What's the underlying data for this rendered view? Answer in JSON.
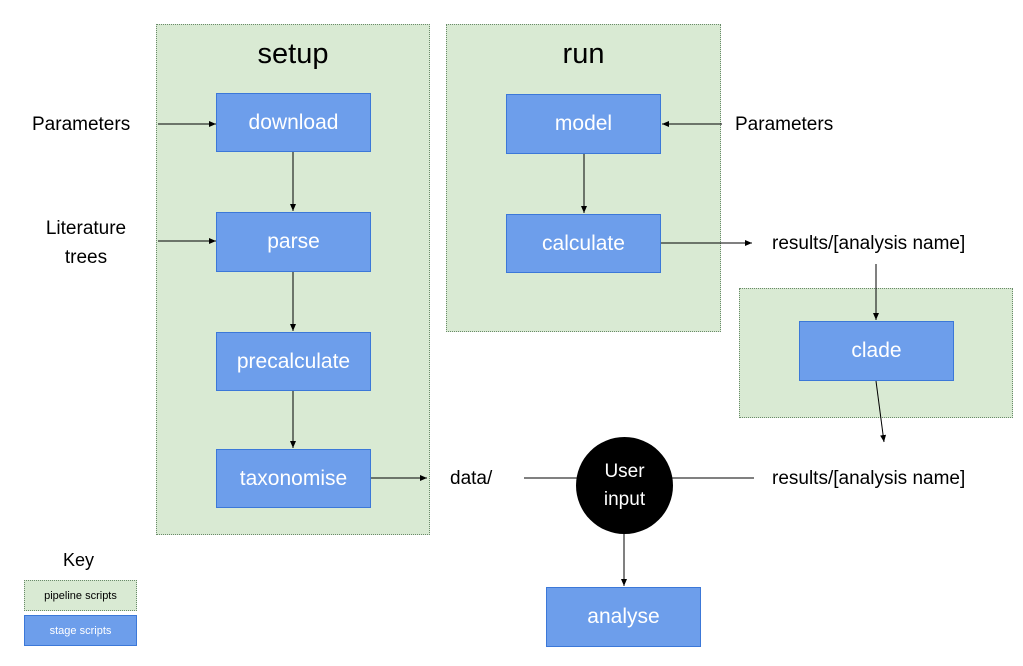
{
  "groups": {
    "setup": "setup",
    "run": "run"
  },
  "stages": {
    "download": "download",
    "parse": "parse",
    "precalculate": "precalculate",
    "taxonomise": "taxonomise",
    "model": "model",
    "calculate": "calculate",
    "clade": "clade",
    "analyse": "analyse"
  },
  "labels": {
    "parameters_left": "Parameters",
    "literature_line1": "Literature",
    "literature_line2": "trees",
    "parameters_right": "Parameters",
    "results_top": "results/[analysis name]",
    "results_bottom": "results/[analysis name]",
    "data": "data/"
  },
  "user_input": {
    "line1": "User",
    "line2": "input"
  },
  "key": {
    "title": "Key",
    "pipeline": "pipeline scripts",
    "stage": "stage scripts"
  },
  "colors": {
    "pipeline_fill": "#d9ead3",
    "stage_fill": "#6d9eeb",
    "user_node": "#000000"
  }
}
